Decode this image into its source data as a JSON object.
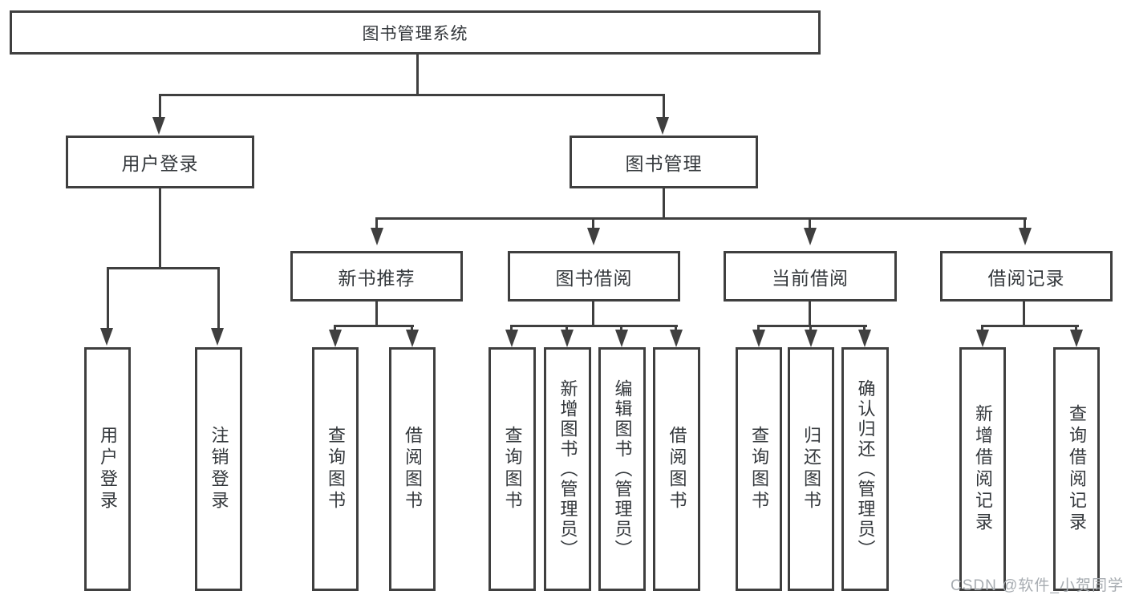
{
  "nodes": {
    "root": {
      "label": "图书管理系统"
    },
    "user_login": {
      "label": "用户登录"
    },
    "book_mgmt": {
      "label": "图书管理"
    },
    "new_book_rec": {
      "label": "新书推荐"
    },
    "book_borrow": {
      "label": "图书借阅"
    },
    "current_borrow": {
      "label": "当前借阅"
    },
    "borrow_records": {
      "label": "借阅记录"
    },
    "leaf_user_login": {
      "label": "用户登录"
    },
    "leaf_logout": {
      "label": "注销登录"
    },
    "rec_query_books": {
      "label": "查询图书"
    },
    "rec_borrow_books": {
      "label": "借阅图书"
    },
    "bb_query_books": {
      "label": "查询图书"
    },
    "bb_add_books": {
      "label": "新增图书（管理员）"
    },
    "bb_edit_books": {
      "label": "编辑图书（管理员）"
    },
    "bb_borrow_books": {
      "label": "借阅图书"
    },
    "cb_query_books": {
      "label": "查询图书"
    },
    "cb_return_books": {
      "label": "归还图书"
    },
    "cb_confirm_return": {
      "label": "确认归还（管理员）"
    },
    "br_add_record": {
      "label": "新增借阅记录"
    },
    "br_query_record": {
      "label": "查询借阅记录"
    }
  },
  "watermark": {
    "text": "CSDN @软件_小贺同学"
  },
  "colors": {
    "line": "#3f3f3f",
    "box_border": "#3f3f3f",
    "text": "#34383c",
    "background": "#ffffff",
    "watermark": "#a7acb1"
  }
}
